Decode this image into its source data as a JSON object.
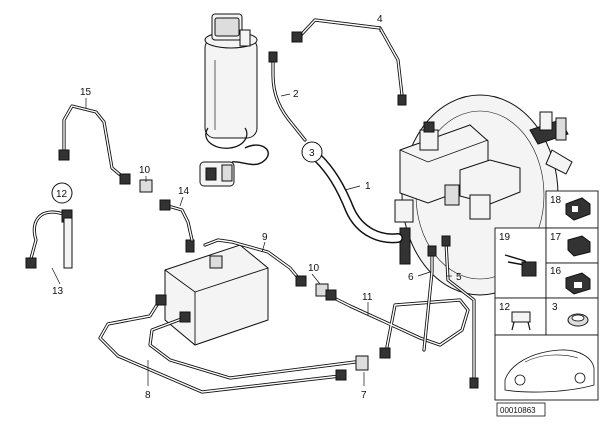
{
  "callouts": {
    "c1": "1",
    "c2": "2",
    "c3": "3",
    "c4": "4",
    "c5": "5",
    "c6": "6",
    "c7": "7",
    "c8": "8",
    "c9": "9",
    "c10a": "10",
    "c10b": "10",
    "c11": "11",
    "c12a": "12",
    "c13": "13",
    "c14": "14",
    "c15": "15",
    "c16": "16",
    "c17": "17",
    "c18": "18",
    "c19": "19",
    "c12b": "12",
    "c3b": "3"
  },
  "diagram_id": "00010863"
}
